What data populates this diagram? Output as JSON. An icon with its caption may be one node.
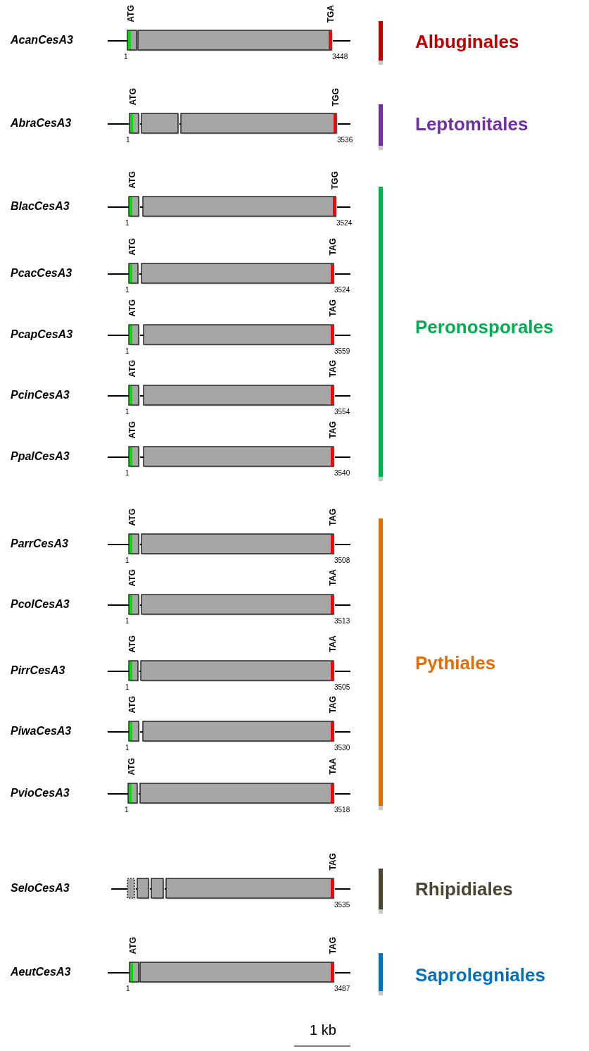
{
  "diagram": {
    "labels": [
      "ATG",
      "TGA",
      "AcanCesA3",
      "Albuginales",
      "1",
      "3448",
      "ATG",
      "TGG",
      "AbraCesA3",
      "Leptomitales",
      "1",
      "3536",
      "ATG",
      "TGG",
      "BlacCesA3",
      "1",
      "3524",
      "ATG",
      "TAG",
      "PcacCesA3",
      "1",
      "3524",
      "ATG",
      "TAG",
      "PcapCesA3",
      "Peronosporales",
      "1",
      "3559",
      "ATG",
      "TAG",
      "PcinCesA3",
      "1",
      "3554",
      "ATG",
      "TAG",
      "PpalCesA3",
      "1",
      "3540",
      "ATG",
      "TAG",
      "ParrCesA3",
      "1",
      "3508",
      "ATG",
      "TAA",
      "PcolCesA3",
      "1",
      "3513",
      "ATG",
      "TAA",
      "PirrCesA3",
      "Pythiales",
      "1",
      "3505",
      "ATG",
      "TAG",
      "PiwaCesA3",
      "1",
      "3530",
      "ATG",
      "TAA",
      "PvioCesA3",
      "1",
      "3518",
      "TAG",
      "SeloCesA3",
      "Rhipidiales",
      "3535",
      "ATG",
      "TAG",
      "AeutCesA3",
      "Saprolegniales",
      "1",
      "3487",
      "1 kb"
    ]
  }
}
